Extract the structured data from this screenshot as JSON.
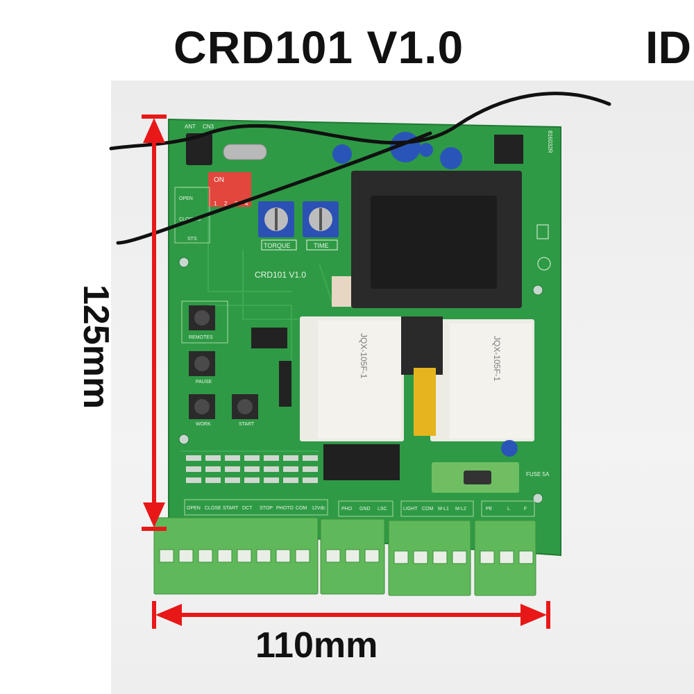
{
  "header": {
    "title": "CRD101  V1.0",
    "title_cut": "ID"
  },
  "dimensions": {
    "height": "125mm",
    "width": "110mm"
  },
  "board": {
    "silk_version": "CRD101  V1.0",
    "serial": "816032R",
    "dip_label": "ON",
    "dip_numbers": [
      "1",
      "2",
      "3",
      "4"
    ],
    "pot_labels": [
      "TORQUE",
      "TIME"
    ],
    "button_labels": [
      "REMOTES",
      "PAUSE",
      "WORK",
      "START"
    ],
    "led_labels": [
      "OPEN",
      "CLOSING",
      "STS"
    ],
    "ant_label": "ANT",
    "cn_label": "CN3",
    "relay_label": "JQX-105F-1",
    "fuse_label": "FUSE 5A",
    "terminal_labels": [
      "OPEN",
      "CLOSE",
      "START",
      "DCT",
      "STOP",
      "PHOTO",
      "COM",
      "12Vdc",
      "PHO",
      "GND",
      "LSC",
      "LIGHT",
      "COM",
      "M-L1",
      "M-L2",
      "PE",
      "L",
      "F"
    ]
  },
  "colors": {
    "pcb": "#2f9a45",
    "pcb_dark": "#1f7a33",
    "terminal": "#5fb85a",
    "arrow": "#e81818",
    "transformer": "#2a2a2a",
    "relay": "#ecebe4"
  }
}
